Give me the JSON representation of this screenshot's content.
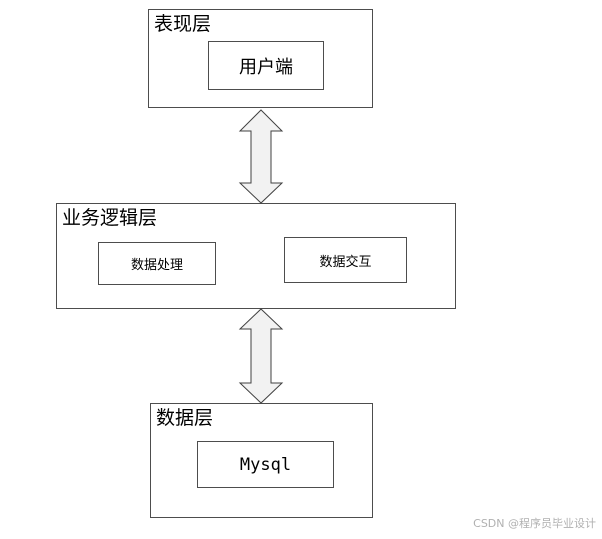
{
  "diagram": {
    "layers": {
      "presentation": {
        "title": "表现层",
        "node": "用户端"
      },
      "logic": {
        "title": "业务逻辑层",
        "nodes": [
          "数据处理",
          "数据交互"
        ]
      },
      "data": {
        "title": "数据层",
        "node": "Mysql"
      }
    },
    "arrow_style": {
      "fill": "#f2f2f2",
      "stroke": "#404040"
    }
  },
  "watermark": "CSDN @程序员毕业设计"
}
